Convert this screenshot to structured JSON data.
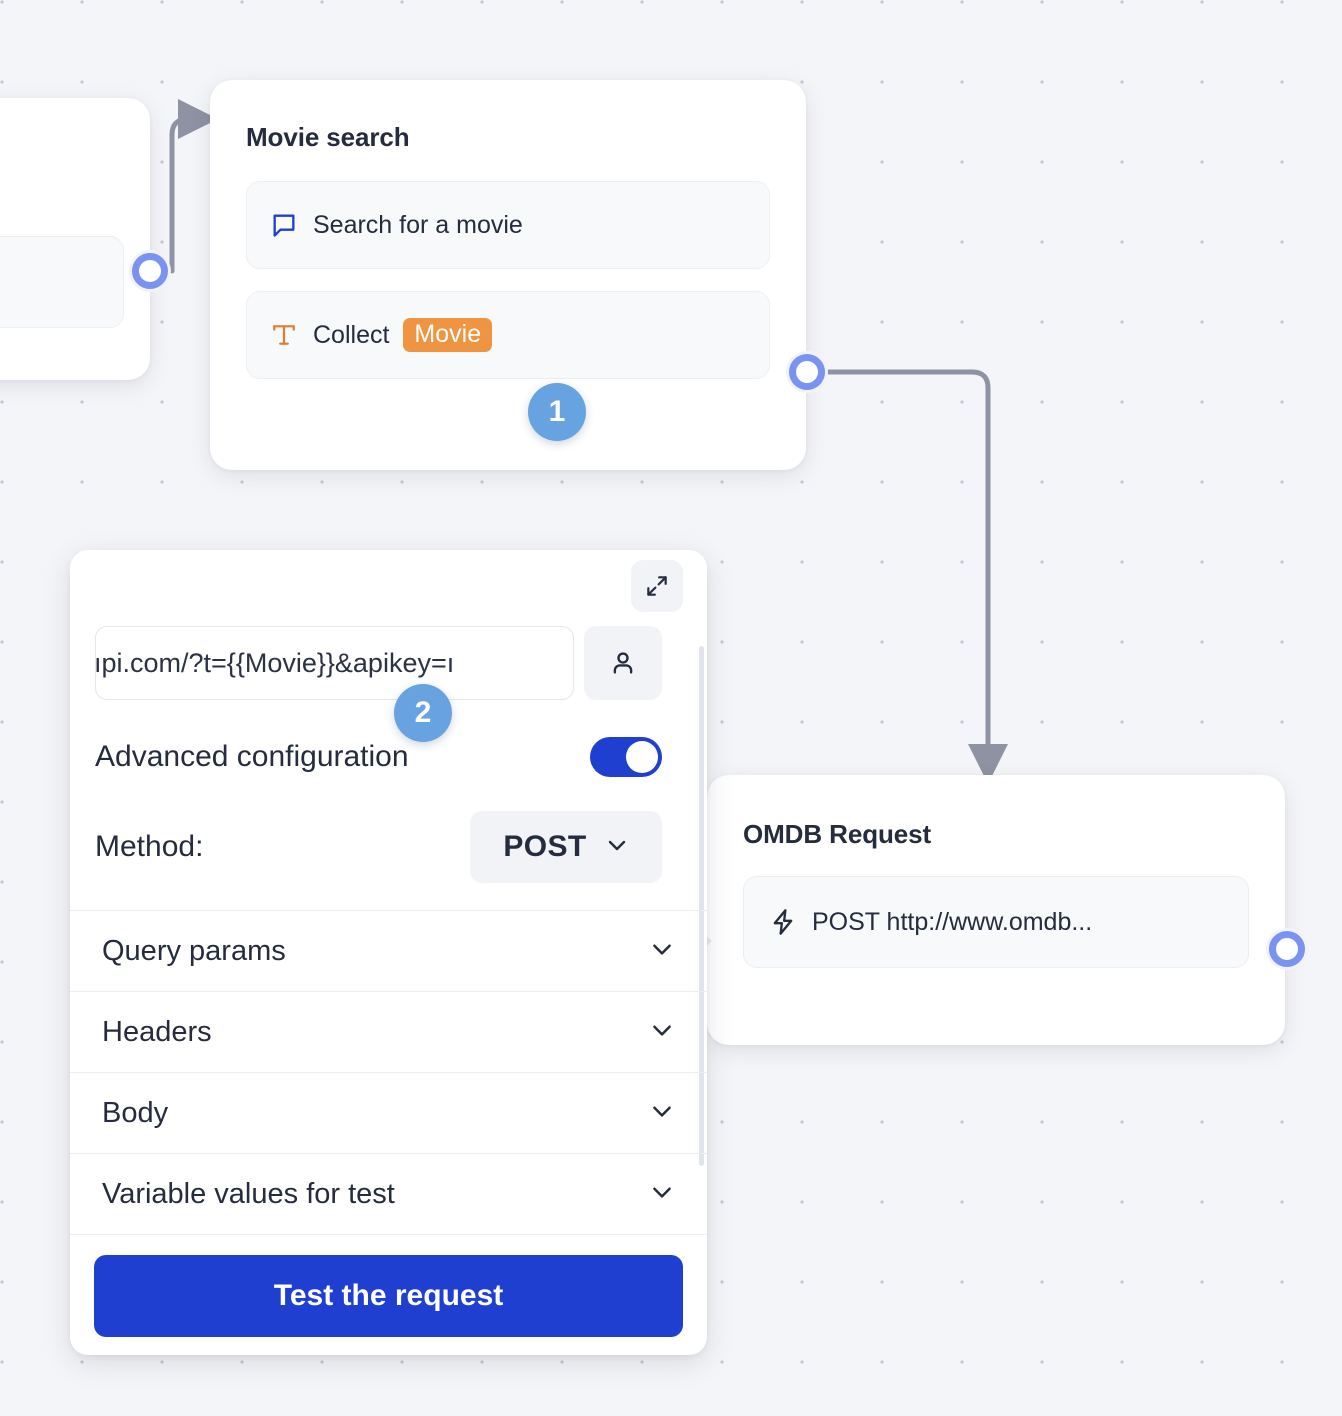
{
  "canvas": {
    "background_color": "#f4f5f8",
    "dot_color": "#c2c7d4",
    "edge_color": "#8e93a3",
    "accent_blue": "#1f3fd1",
    "port_blue": "#7b93f0",
    "badge_blue": "#66a3e0",
    "chip_orange": "#ef9441"
  },
  "nodes": {
    "movie_search": {
      "title": "Movie search",
      "rows": [
        {
          "icon": "speech-bubble-icon",
          "label": "Search for a movie"
        },
        {
          "icon": "text-type-icon",
          "label_prefix": "Collect",
          "variable": "Movie"
        }
      ]
    },
    "omdb_request": {
      "title": "OMDB Request",
      "rows": [
        {
          "icon": "lightning-bolt-icon",
          "label": "POST http://www.omdb..."
        }
      ]
    }
  },
  "badges": [
    {
      "id": "badge-1",
      "value": "1"
    },
    {
      "id": "badge-2",
      "value": "2"
    }
  ],
  "config_panel": {
    "expand_icon": "expand-diagonal-icon",
    "url_field": {
      "value": "ıpi.com/?t={{Movie}}&apikey=ı",
      "placeholder": "Enter request URL"
    },
    "person_button_icon": "person-icon",
    "advanced_configuration": {
      "label": "Advanced configuration",
      "enabled": true
    },
    "method": {
      "label": "Method:",
      "value": "POST",
      "chevron_icon": "chevron-down-icon"
    },
    "accordions": [
      {
        "label": "Query params",
        "chevron_icon": "chevron-down-icon",
        "expanded": false
      },
      {
        "label": "Headers",
        "chevron_icon": "chevron-down-icon",
        "expanded": false
      },
      {
        "label": "Body",
        "chevron_icon": "chevron-down-icon",
        "expanded": false
      },
      {
        "label": "Variable values for test",
        "chevron_icon": "chevron-down-icon",
        "expanded": false
      }
    ],
    "test_button": {
      "label": "Test the request"
    }
  }
}
